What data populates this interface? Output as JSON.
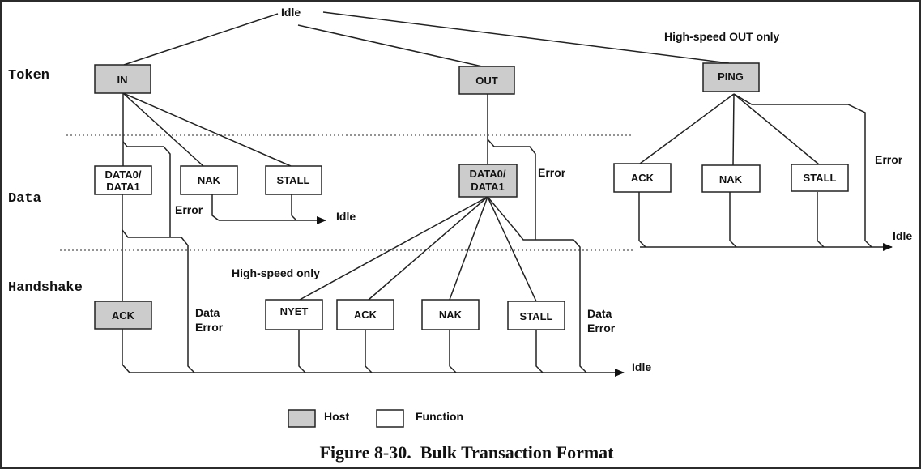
{
  "colors": {
    "host": "#cccccc",
    "function": "#ffffff",
    "line": "#222222"
  },
  "rows": {
    "token": "Token",
    "data": "Data",
    "handshake": "Handshake"
  },
  "labels": {
    "idle_top": "Idle",
    "high_speed_out_only": "High-speed OUT only",
    "high_speed_only": "High-speed only",
    "error_in": "Error",
    "error_out": "Error",
    "error_ping": "Error",
    "idle_in_data": "Idle",
    "idle_ping": "Idle",
    "idle_bottom": "Idle",
    "data_error_in_1": "Data",
    "data_error_in_2": "Error",
    "data_error_out_1": "Data",
    "data_error_out_2": "Error"
  },
  "boxes": {
    "in": "IN",
    "out": "OUT",
    "ping": "PING",
    "in_data_1": "DATA0/",
    "in_data_2": "DATA1",
    "in_nak": "NAK",
    "in_stall": "STALL",
    "out_data_1": "DATA0/",
    "out_data_2": "DATA1",
    "ping_ack": "ACK",
    "ping_nak": "NAK",
    "ping_stall": "STALL",
    "in_ack": "ACK",
    "out_nyet": "NYET",
    "out_ack": "ACK",
    "out_nak": "NAK",
    "out_stall": "STALL"
  },
  "legend": {
    "host": "Host",
    "function": "Function"
  },
  "caption": "Figure 8-30.  Bulk Transaction Format"
}
